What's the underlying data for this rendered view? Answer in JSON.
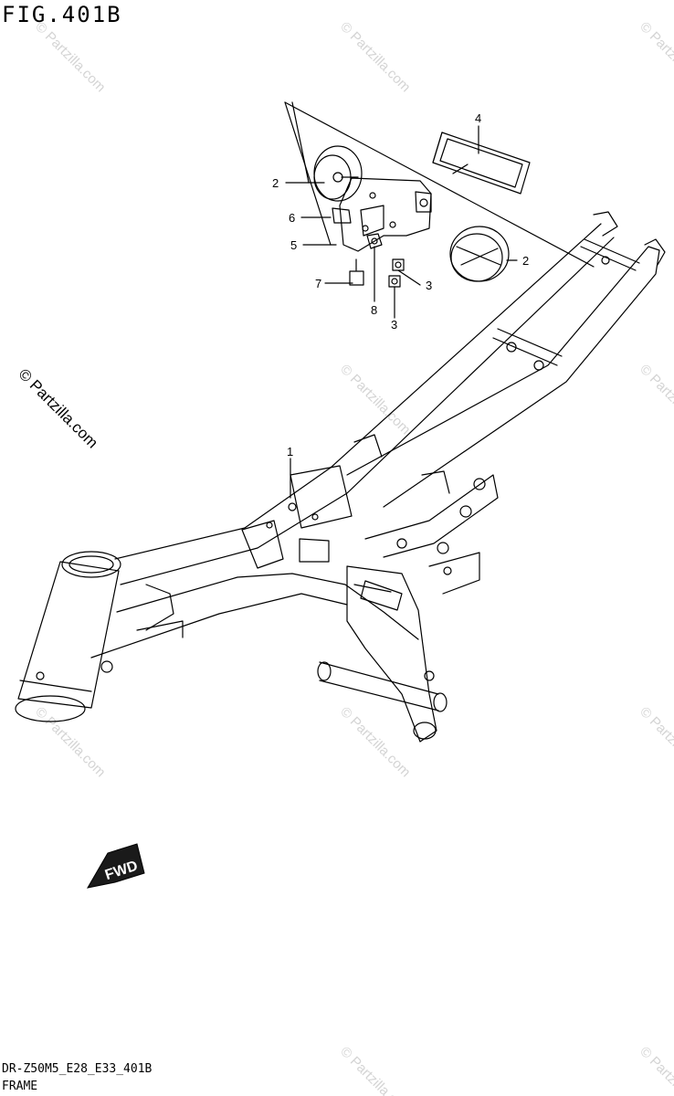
{
  "figure": {
    "title": "FIG.401B",
    "code": "DR-Z50M5_E28_E33_401B",
    "name": "FRAME",
    "fwd_label": "FWD"
  },
  "watermark": "© Partzilla.com",
  "callouts": [
    {
      "num": "1"
    },
    {
      "num": "2"
    },
    {
      "num": "2"
    },
    {
      "num": "3"
    },
    {
      "num": "3"
    },
    {
      "num": "4"
    },
    {
      "num": "5"
    },
    {
      "num": "6"
    },
    {
      "num": "7"
    },
    {
      "num": "8"
    }
  ]
}
